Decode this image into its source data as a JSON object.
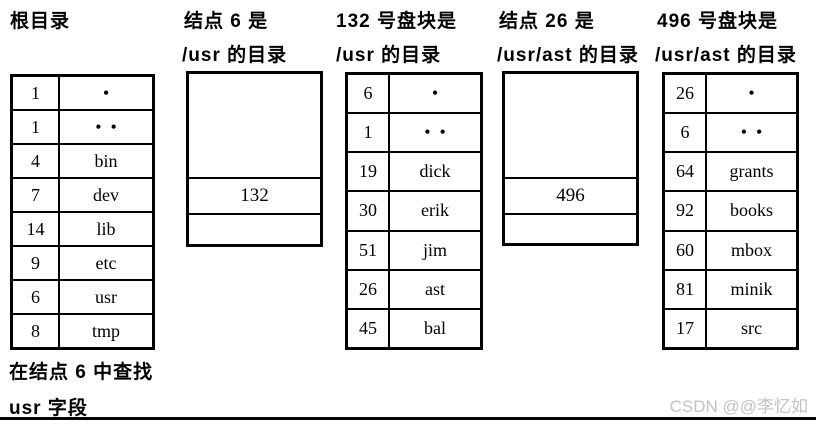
{
  "columns": [
    {
      "title_lines": [
        "根目录",
        ""
      ],
      "type": "table",
      "rows": [
        [
          "1",
          "•"
        ],
        [
          "1",
          "•  •"
        ],
        [
          "4",
          "bin"
        ],
        [
          "7",
          "dev"
        ],
        [
          "14",
          "lib"
        ],
        [
          "9",
          "etc"
        ],
        [
          "6",
          "usr"
        ],
        [
          "8",
          "tmp"
        ]
      ]
    },
    {
      "title_lines": [
        "结点 6 是",
        "/usr 的目录"
      ],
      "type": "box",
      "value": "132"
    },
    {
      "title_lines": [
        "132 号盘块是",
        "/usr 的目录"
      ],
      "type": "table",
      "rows": [
        [
          "6",
          "•"
        ],
        [
          "1",
          "•  •"
        ],
        [
          "19",
          "dick"
        ],
        [
          "30",
          "erik"
        ],
        [
          "51",
          "jim"
        ],
        [
          "26",
          "ast"
        ],
        [
          "45",
          "bal"
        ]
      ]
    },
    {
      "title_lines": [
        "结点 26 是",
        "/usr/ast 的目录"
      ],
      "type": "box",
      "value": "496"
    },
    {
      "title_lines": [
        "496 号盘块是",
        "/usr/ast 的目录"
      ],
      "type": "table",
      "rows": [
        [
          "26",
          "•"
        ],
        [
          "6",
          "•  •"
        ],
        [
          "64",
          "grants"
        ],
        [
          "92",
          "books"
        ],
        [
          "60",
          "mbox"
        ],
        [
          "81",
          "minik"
        ],
        [
          "17",
          "src"
        ]
      ]
    }
  ],
  "footer": {
    "line1": "在结点 6 中查找",
    "line2": "usr 字段"
  },
  "watermark": "CSDN @@李忆如"
}
